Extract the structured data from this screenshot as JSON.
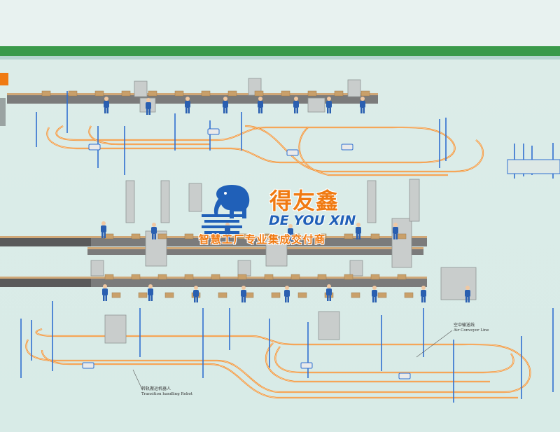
{
  "brand": {
    "name_cn": "得友鑫",
    "name_en": "DE YOU XIN",
    "tagline": "智慧工厂专业集成交付商",
    "logo_icon": "elephant-icon"
  },
  "labels": {
    "air_conveyor_cn": "空中输送线",
    "air_conveyor_en": "Air Conveyor Line",
    "transition_robot_cn": "转轨搬运机器人",
    "transition_robot_en": "Transition handling Robot"
  },
  "colors": {
    "floor": "#d8ebe7",
    "wall_stripe": "#3a9a4a",
    "rail": "#f08a28",
    "pole": "#2f6fd0",
    "worker": "#2a5fb0",
    "conveyor_belt": "#5a5a5a",
    "box": "#c9a06a",
    "brand_orange": "#f07a12",
    "brand_blue": "#2060b8"
  }
}
